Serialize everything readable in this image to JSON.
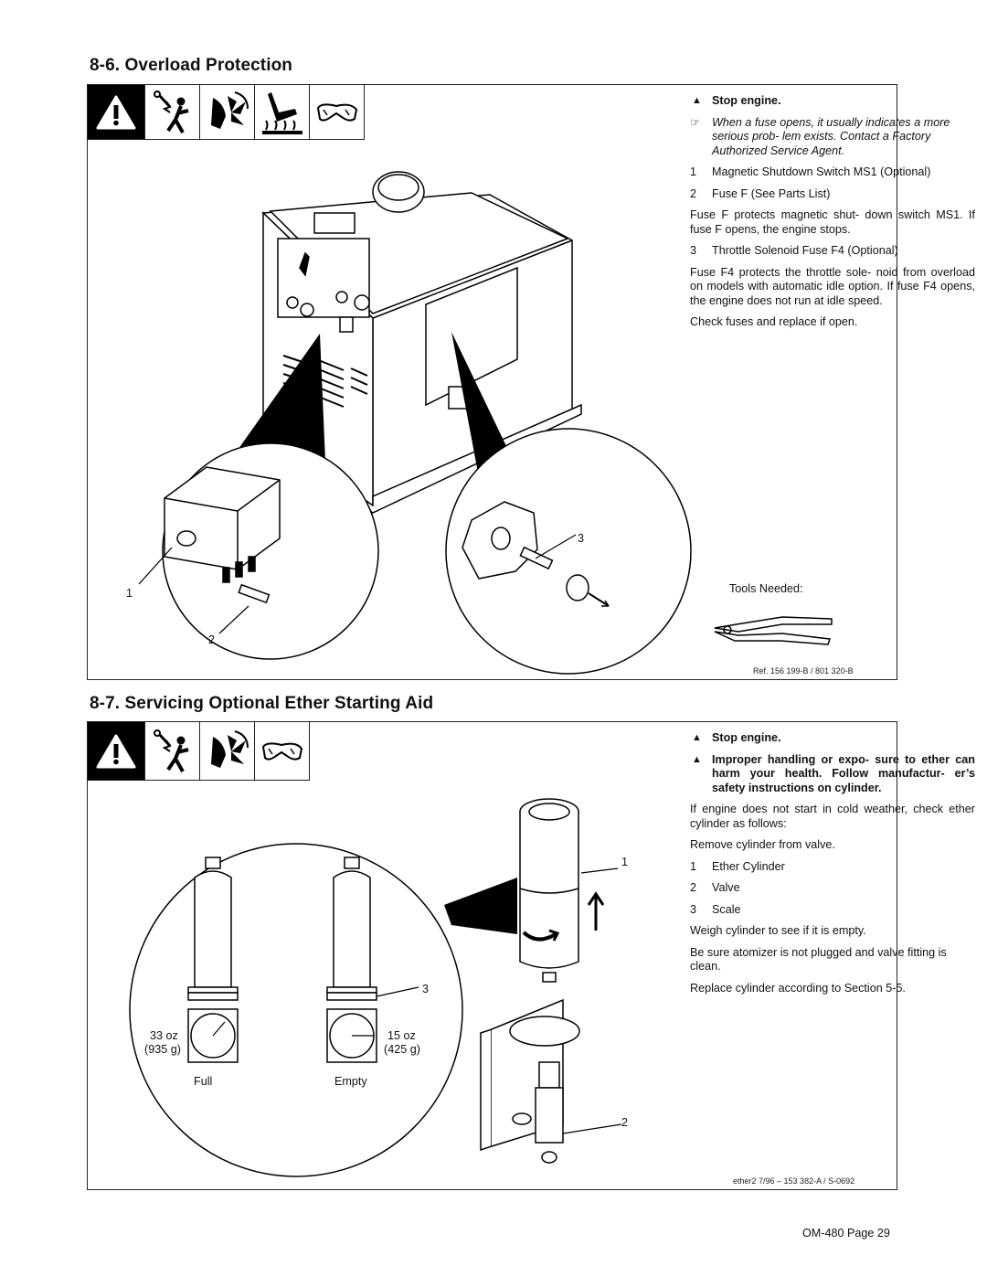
{
  "section1": {
    "title": "8-6.   Overload Protection",
    "warning_icons": [
      "warning-triangle-icon",
      "electric-shock-icon",
      "moving-parts-icon",
      "hot-parts-icon",
      "safety-glasses-icon"
    ],
    "stop": "Stop engine.",
    "note": "When a fuse opens, it usually indicates a more serious prob- lem exists. Contact a Factory Authorized Service Agent.",
    "item1": {
      "num": "1",
      "text": "Magnetic Shutdown Switch MS1 (Optional)"
    },
    "item2": {
      "num": "2",
      "text": "Fuse F (See Parts List)"
    },
    "para1": "Fuse F protects magnetic shut- down switch MS1. If fuse F opens, the engine stops.",
    "item3": {
      "num": "3",
      "text": "Throttle Solenoid Fuse F4 (Optional)"
    },
    "para2": "Fuse F4 protects the throttle sole- noid from overload on models with automatic idle option. If fuse F4 opens, the engine does not run at idle speed.",
    "para3": "Check fuses and replace if open.",
    "callouts": {
      "c1": "1",
      "c2": "2",
      "c3": "3"
    },
    "tools_needed": "Tools Needed:",
    "ref": "Ref. 156 199-B / 801 320-B"
  },
  "section2": {
    "title": "8-7.   Servicing Optional Ether Starting Aid",
    "warning_icons": [
      "warning-triangle-icon",
      "electric-shock-icon",
      "moving-parts-icon",
      "safety-glasses-icon"
    ],
    "stop": "Stop engine.",
    "warning2": "Improper handling or expo- sure to ether can harm your health. Follow manufactur- er’s safety instructions on cylinder.",
    "para1": "If engine does not start in cold weather, check ether cylinder as follows:",
    "para2": "Remove cylinder from valve.",
    "item1": {
      "num": "1",
      "text": "Ether Cylinder"
    },
    "item2": {
      "num": "2",
      "text": "Valve"
    },
    "item3": {
      "num": "3",
      "text": "Scale"
    },
    "para3": "Weigh cylinder to see if it is empty.",
    "para4": "Be sure atomizer is not plugged and valve fitting is clean.",
    "para5": "Replace cylinder according to Section 5-5.",
    "scale_full": {
      "oz": "33 oz",
      "g": "(935 g)",
      "label": "Full"
    },
    "scale_empty": {
      "oz": "15 oz",
      "g": "(425 g)",
      "label": "Empty"
    },
    "callouts": {
      "c1": "1",
      "c2": "2",
      "c3": "3"
    },
    "ref": "ether2 7/96 – 153 382-A / S-0692"
  },
  "footer": "OM-480 Page 29"
}
